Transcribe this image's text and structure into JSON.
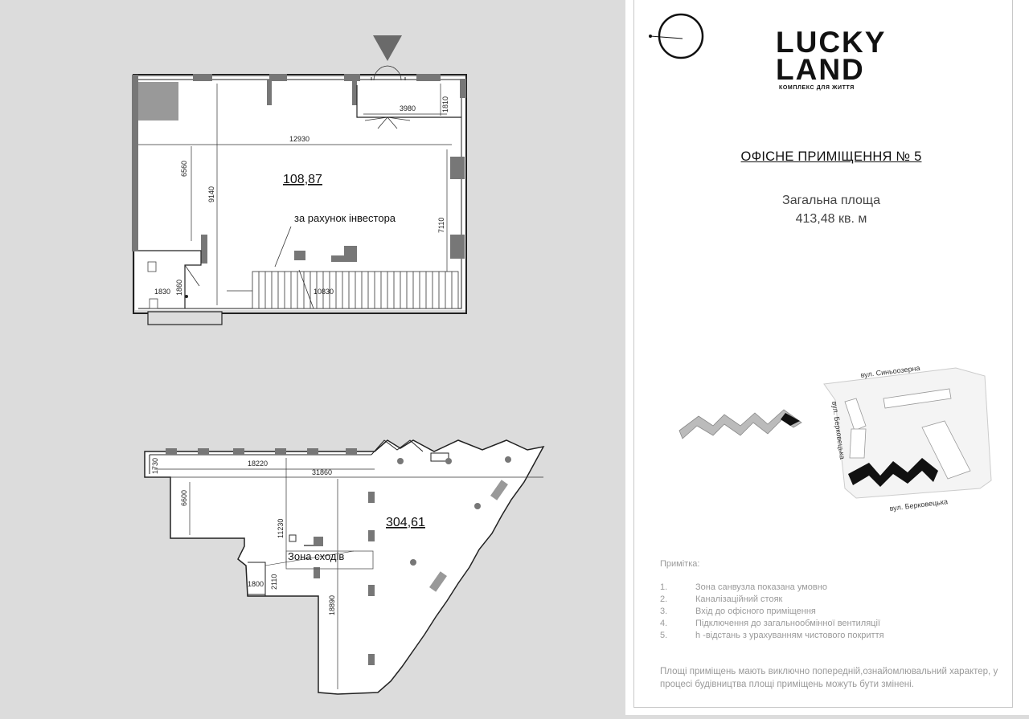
{
  "plan_upper": {
    "area": "108,87",
    "label": "за рахунок інвестора",
    "dims": [
      "12930",
      "3980",
      "1810",
      "6560",
      "9140",
      "7110",
      "10830",
      "1830",
      "1860"
    ]
  },
  "plan_lower": {
    "area": "304,61",
    "label": "Зона сходів",
    "dims": [
      "18220",
      "31860",
      "1730",
      "6600",
      "11230",
      "18890",
      "2110",
      "1800"
    ]
  },
  "logo": {
    "line1": "LUCKY",
    "line2": "LAND",
    "subtitle": "КОМПЛЕКС ДЛЯ ЖИТТЯ"
  },
  "title": "ОФІСНЕ ПРИМІЩЕННЯ № 5",
  "area_label": "Загальна площа",
  "area_value": "413,48 кв. м",
  "map": {
    "streets": [
      "вул. Синьоозерна",
      "вул. Берковецька",
      "вул. Берковецька"
    ]
  },
  "notes": {
    "title": "Примітка:",
    "items": [
      {
        "num": "1.",
        "text": "Зона санвузла показана умовно"
      },
      {
        "num": "2.",
        "text": "Каналізаційний стояк"
      },
      {
        "num": "3.",
        "text": "Вхід до офісного приміщення"
      },
      {
        "num": "4.",
        "text": "Підключення до загальнообмінної вентиляції"
      },
      {
        "num": "5.",
        "text": "h  -відстань з урахуванням чистового покриття"
      }
    ]
  },
  "disclaimer": "Площі приміщень мають виключно попередній,ознайомлювальний характер, у процесі будівництва площі приміщень можуть бути змінені.",
  "colors": {
    "background": "#dcdcdc",
    "sheet": "#ffffff",
    "ink": "#111111",
    "note_gray": "#9a9a9a"
  }
}
